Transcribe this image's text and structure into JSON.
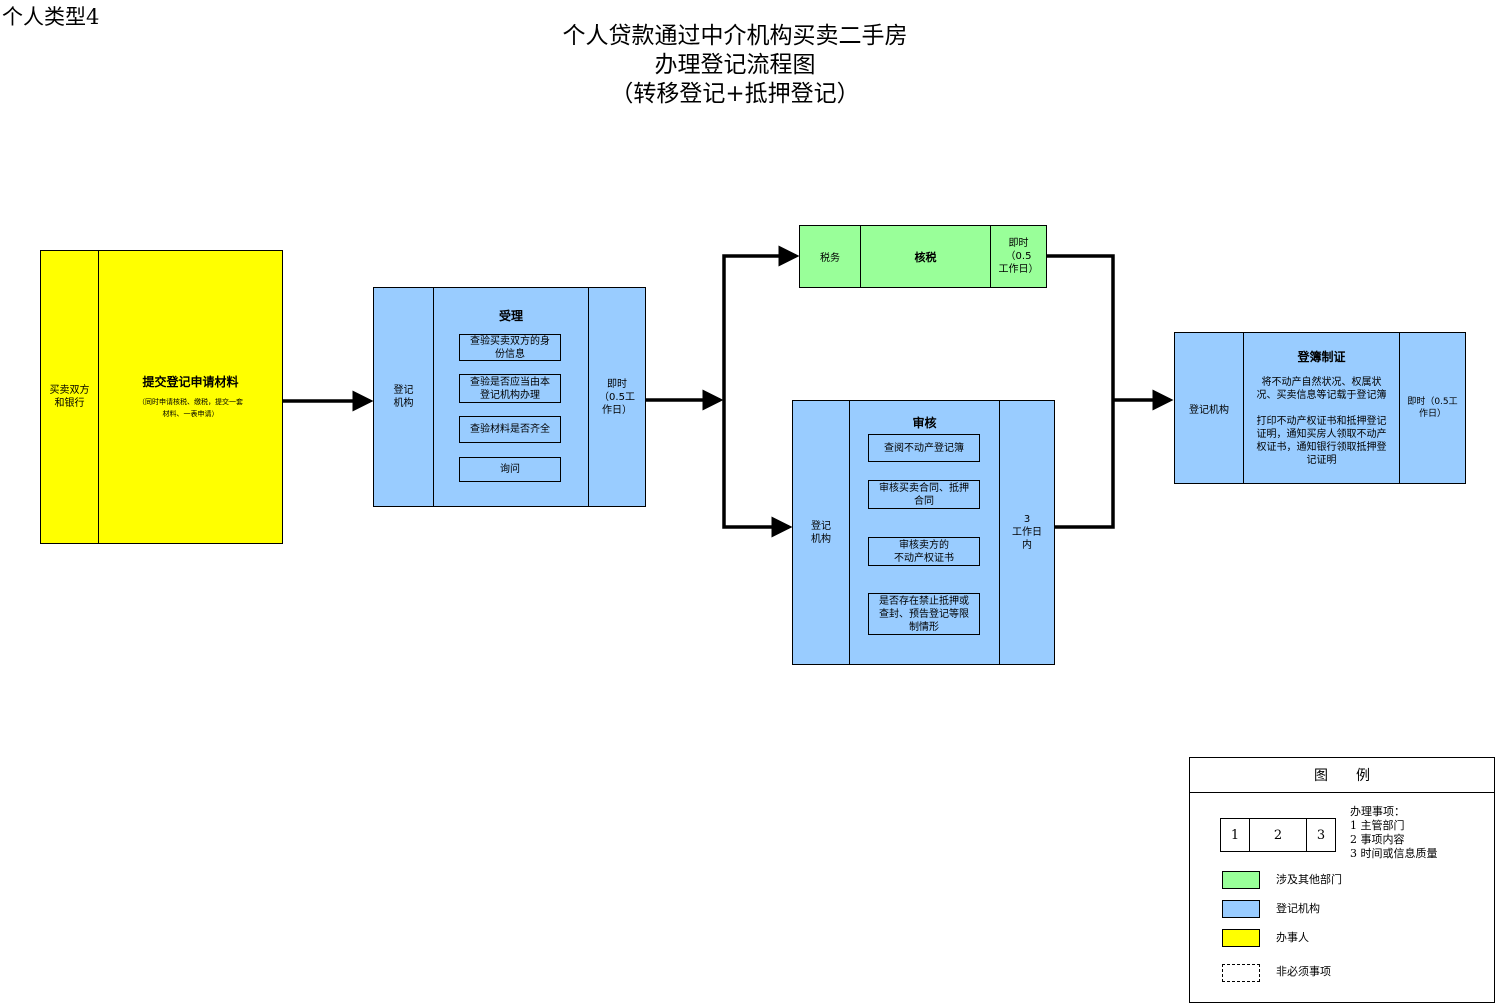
{
  "page": {
    "corner_label": "个人类型4",
    "title_line1": "个人贷款通过中介机构买卖二手房",
    "title_line2": "办理登记流程图",
    "title_line3": "（转移登记+抵押登记）"
  },
  "colors": {
    "yellow": "#ffff00",
    "blue": "#99ccff",
    "green": "#99ff99",
    "line": "#000000"
  },
  "nodes": {
    "applicant": {
      "dept": "买卖双方\n和银行",
      "title": "提交登记申请材料",
      "note": "（同时申请核税、缴税，提交一套\n材料、一表申请）"
    },
    "accept": {
      "dept": "登记\n机构",
      "title": "受理",
      "items": [
        "查验买卖双方的身\n份信息",
        "查验是否应当由本\n登记机构办理",
        "查验材料是否齐全",
        "询问"
      ],
      "time": "即时\n（0.5工\n作日）"
    },
    "tax": {
      "dept": "税务",
      "title": "核税",
      "time": "即时\n（0.5\n工作日）"
    },
    "review": {
      "dept": "登记\n机构",
      "title": "审核",
      "items": [
        "查阅不动产登记簿",
        "审核买卖合同、抵押\n合同",
        "审核卖方的\n不动产权证书",
        "是否存在禁止抵押或\n查封、预告登记等限\n制情形"
      ],
      "time": "3\n工作日\n内"
    },
    "register": {
      "dept": "登记机构",
      "title": "登簿制证",
      "para1": "将不动产自然状况、权属状\n况、买卖信息等记载于登记簿",
      "para2": "打印不动产权证书和抵押登记\n证明，通知买房人领取不动产\n权证书，通知银行领取抵押登\n记证明",
      "time": "即时（0.5工\n作日）"
    }
  },
  "legend": {
    "title": "图　　例",
    "sample_cells": [
      "1",
      "2",
      "3"
    ],
    "explain_title": "办理事项：",
    "explain_lines": [
      "1 主管部门",
      "2 事项内容",
      "3 时间或信息质量"
    ],
    "entries": [
      {
        "color": "#99ff99",
        "label": "涉及其他部门"
      },
      {
        "color": "#99ccff",
        "label": "登记机构"
      },
      {
        "color": "#ffff00",
        "label": "办事人"
      }
    ],
    "optional_label": "非必须事项"
  }
}
